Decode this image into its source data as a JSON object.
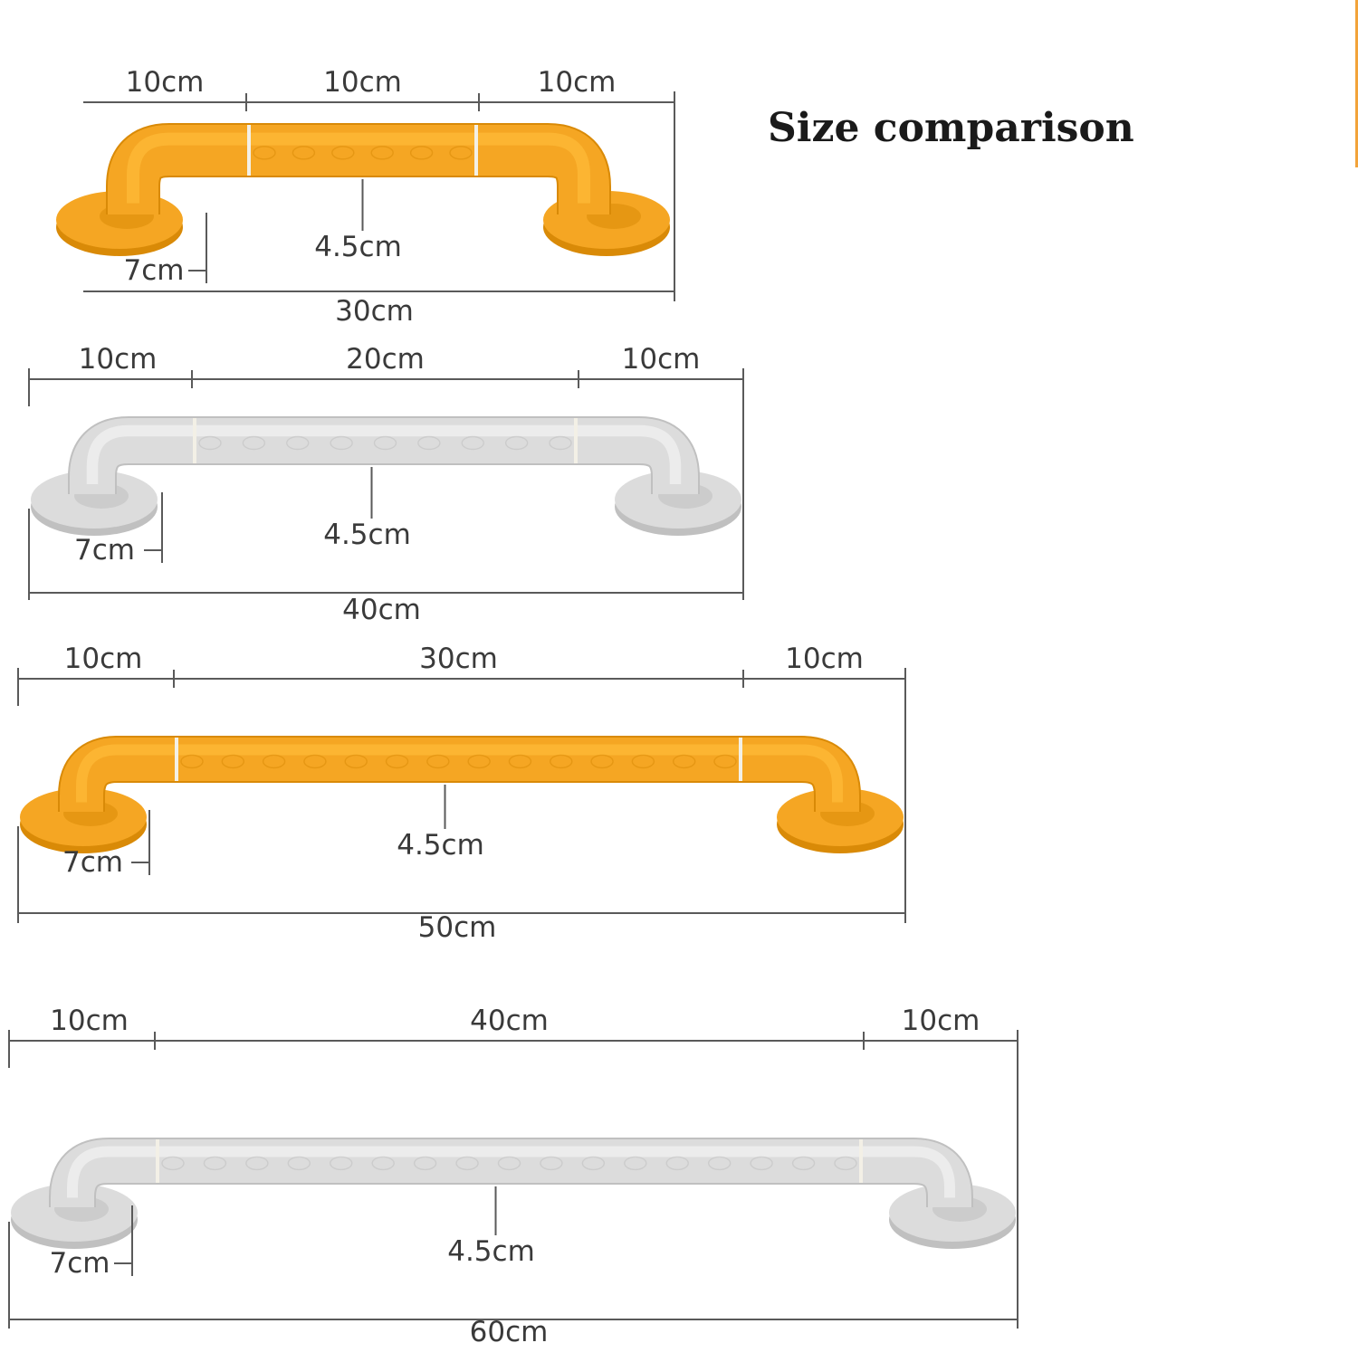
{
  "title": "Size comparison",
  "colors": {
    "orange": "#F5A623",
    "grey": "#DCDCDC",
    "edge_accent": "#F2A33A"
  },
  "bars": [
    {
      "color": "orange",
      "left_label": "10cm",
      "middle_label": "10cm",
      "right_label": "10cm",
      "diameter_label": "4.5cm",
      "base_label": "7cm",
      "total_label": "30cm"
    },
    {
      "color": "grey",
      "left_label": "10cm",
      "middle_label": "20cm",
      "right_label": "10cm",
      "diameter_label": "4.5cm",
      "base_label": "7cm",
      "total_label": "40cm"
    },
    {
      "color": "orange",
      "left_label": "10cm",
      "middle_label": "30cm",
      "right_label": "10cm",
      "diameter_label": "4.5cm",
      "base_label": "7cm",
      "total_label": "50cm"
    },
    {
      "color": "grey",
      "left_label": "10cm",
      "middle_label": "40cm",
      "right_label": "10cm",
      "diameter_label": "4.5cm",
      "base_label": "7cm",
      "total_label": "60cm"
    }
  ]
}
